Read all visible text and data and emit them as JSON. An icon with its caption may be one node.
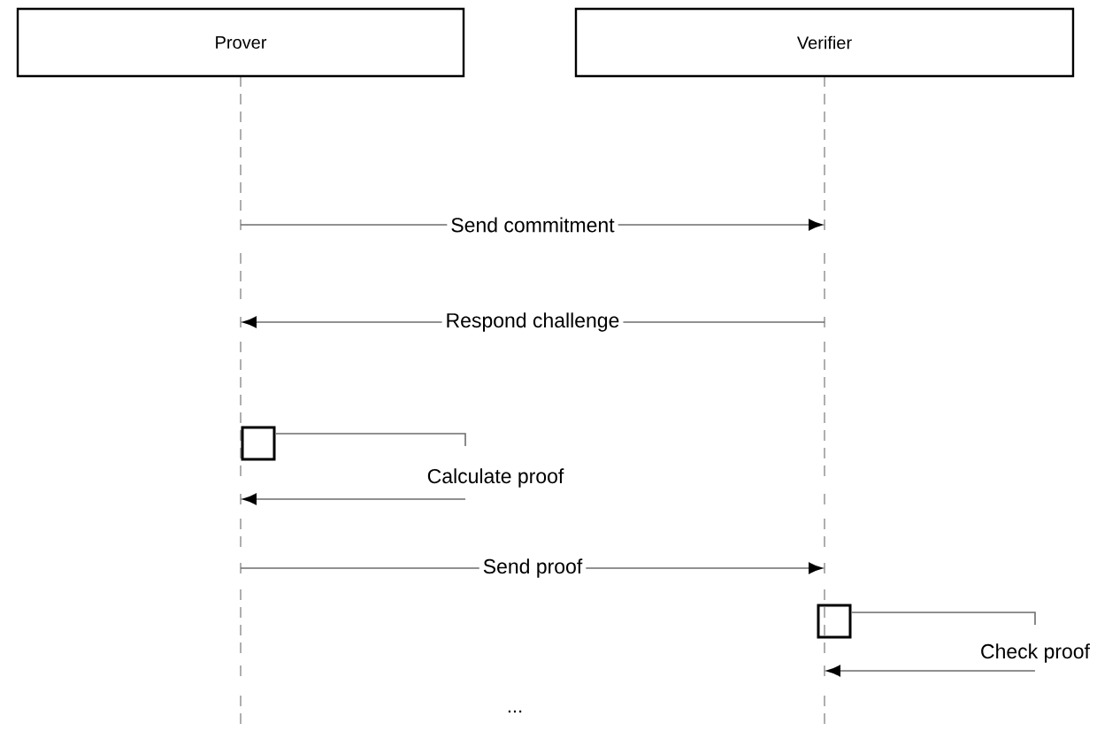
{
  "diagram": {
    "nodes": [
      {
        "text": [
          "Prover"
        ]
      },
      {
        "text": [
          "Verifier"
        ]
      },
      {
        "text": [],
        "shape": "line"
      },
      {
        "text": [],
        "shape": "line"
      },
      {
        "text": [],
        "shape": "box"
      },
      {
        "text": [],
        "shape": "box"
      }
    ],
    "edges": [
      {
        "from": 2,
        "to": 3,
        "arrow": "to",
        "label": "Send commitment"
      },
      {
        "from": 3,
        "to": 2,
        "arrow": "to",
        "label": "Respond challenge"
      },
      {
        "from": 4,
        "to": 2,
        "arrow": "to",
        "label": "Calculate proof"
      },
      {
        "from": 2,
        "to": 3,
        "arrow": "to",
        "label": "Send proof"
      },
      {
        "from": 5,
        "to": 3,
        "arrow": "to",
        "label": "Check proof"
      }
    ],
    "labels": [
      "..."
    ]
  }
}
